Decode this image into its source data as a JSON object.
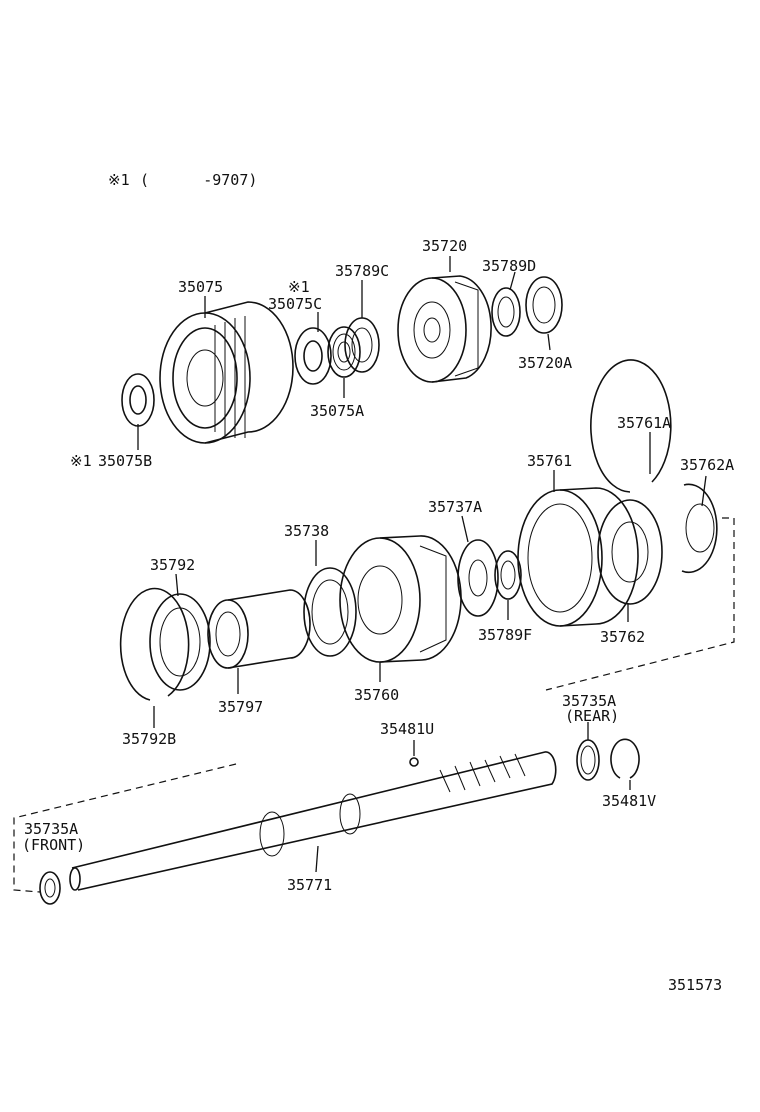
{
  "note": {
    "mark": "※1",
    "range": "(      -9707)"
  },
  "catalog_number": "351573",
  "parts": {
    "p35075": "35075",
    "p35075C": "35075C",
    "p35075C_mark": "※1",
    "p35075A": "35075A",
    "p35075B": "35075B",
    "p35075B_mark": "※1",
    "p35789C": "35789C",
    "p35720": "35720",
    "p35789D": "35789D",
    "p35720A": "35720A",
    "p35761A": "35761A",
    "p35761": "35761",
    "p35762A": "35762A",
    "p35737A": "35737A",
    "p35738": "35738",
    "p35792": "35792",
    "p35789F": "35789F",
    "p35762": "35762",
    "p35797": "35797",
    "p35760": "35760",
    "p35792B": "35792B",
    "p35735A_rear": "35735A",
    "p35735A_rear_sub": "(REAR)",
    "p35481U": "35481U",
    "p35481V": "35481V",
    "p35735A_front": "35735A",
    "p35735A_front_sub": "(FRONT)",
    "p35771": "35771"
  }
}
